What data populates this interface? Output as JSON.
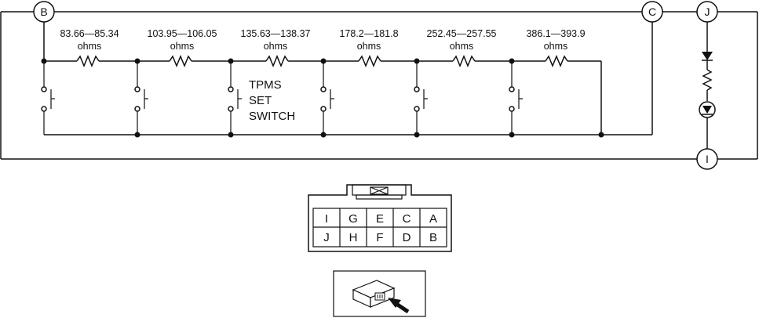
{
  "terminals": {
    "b": "B",
    "c": "C",
    "j": "J",
    "i": "I"
  },
  "resistors": [
    {
      "value": "83.66—85.34",
      "unit": "ohms"
    },
    {
      "value": "103.95—106.05",
      "unit": "ohms"
    },
    {
      "value": "135.63—138.37",
      "unit": "ohms"
    },
    {
      "value": "178.2—181.8",
      "unit": "ohms"
    },
    {
      "value": "252.45—257.55",
      "unit": "ohms"
    },
    {
      "value": "386.1—393.9",
      "unit": "ohms"
    }
  ],
  "switch_label": {
    "line1": "TPMS",
    "line2": "SET",
    "line3": "SWITCH"
  },
  "connector": {
    "top_row": [
      "I",
      "G",
      "E",
      "C",
      "A"
    ],
    "bottom_row": [
      "J",
      "H",
      "F",
      "D",
      "B"
    ]
  }
}
